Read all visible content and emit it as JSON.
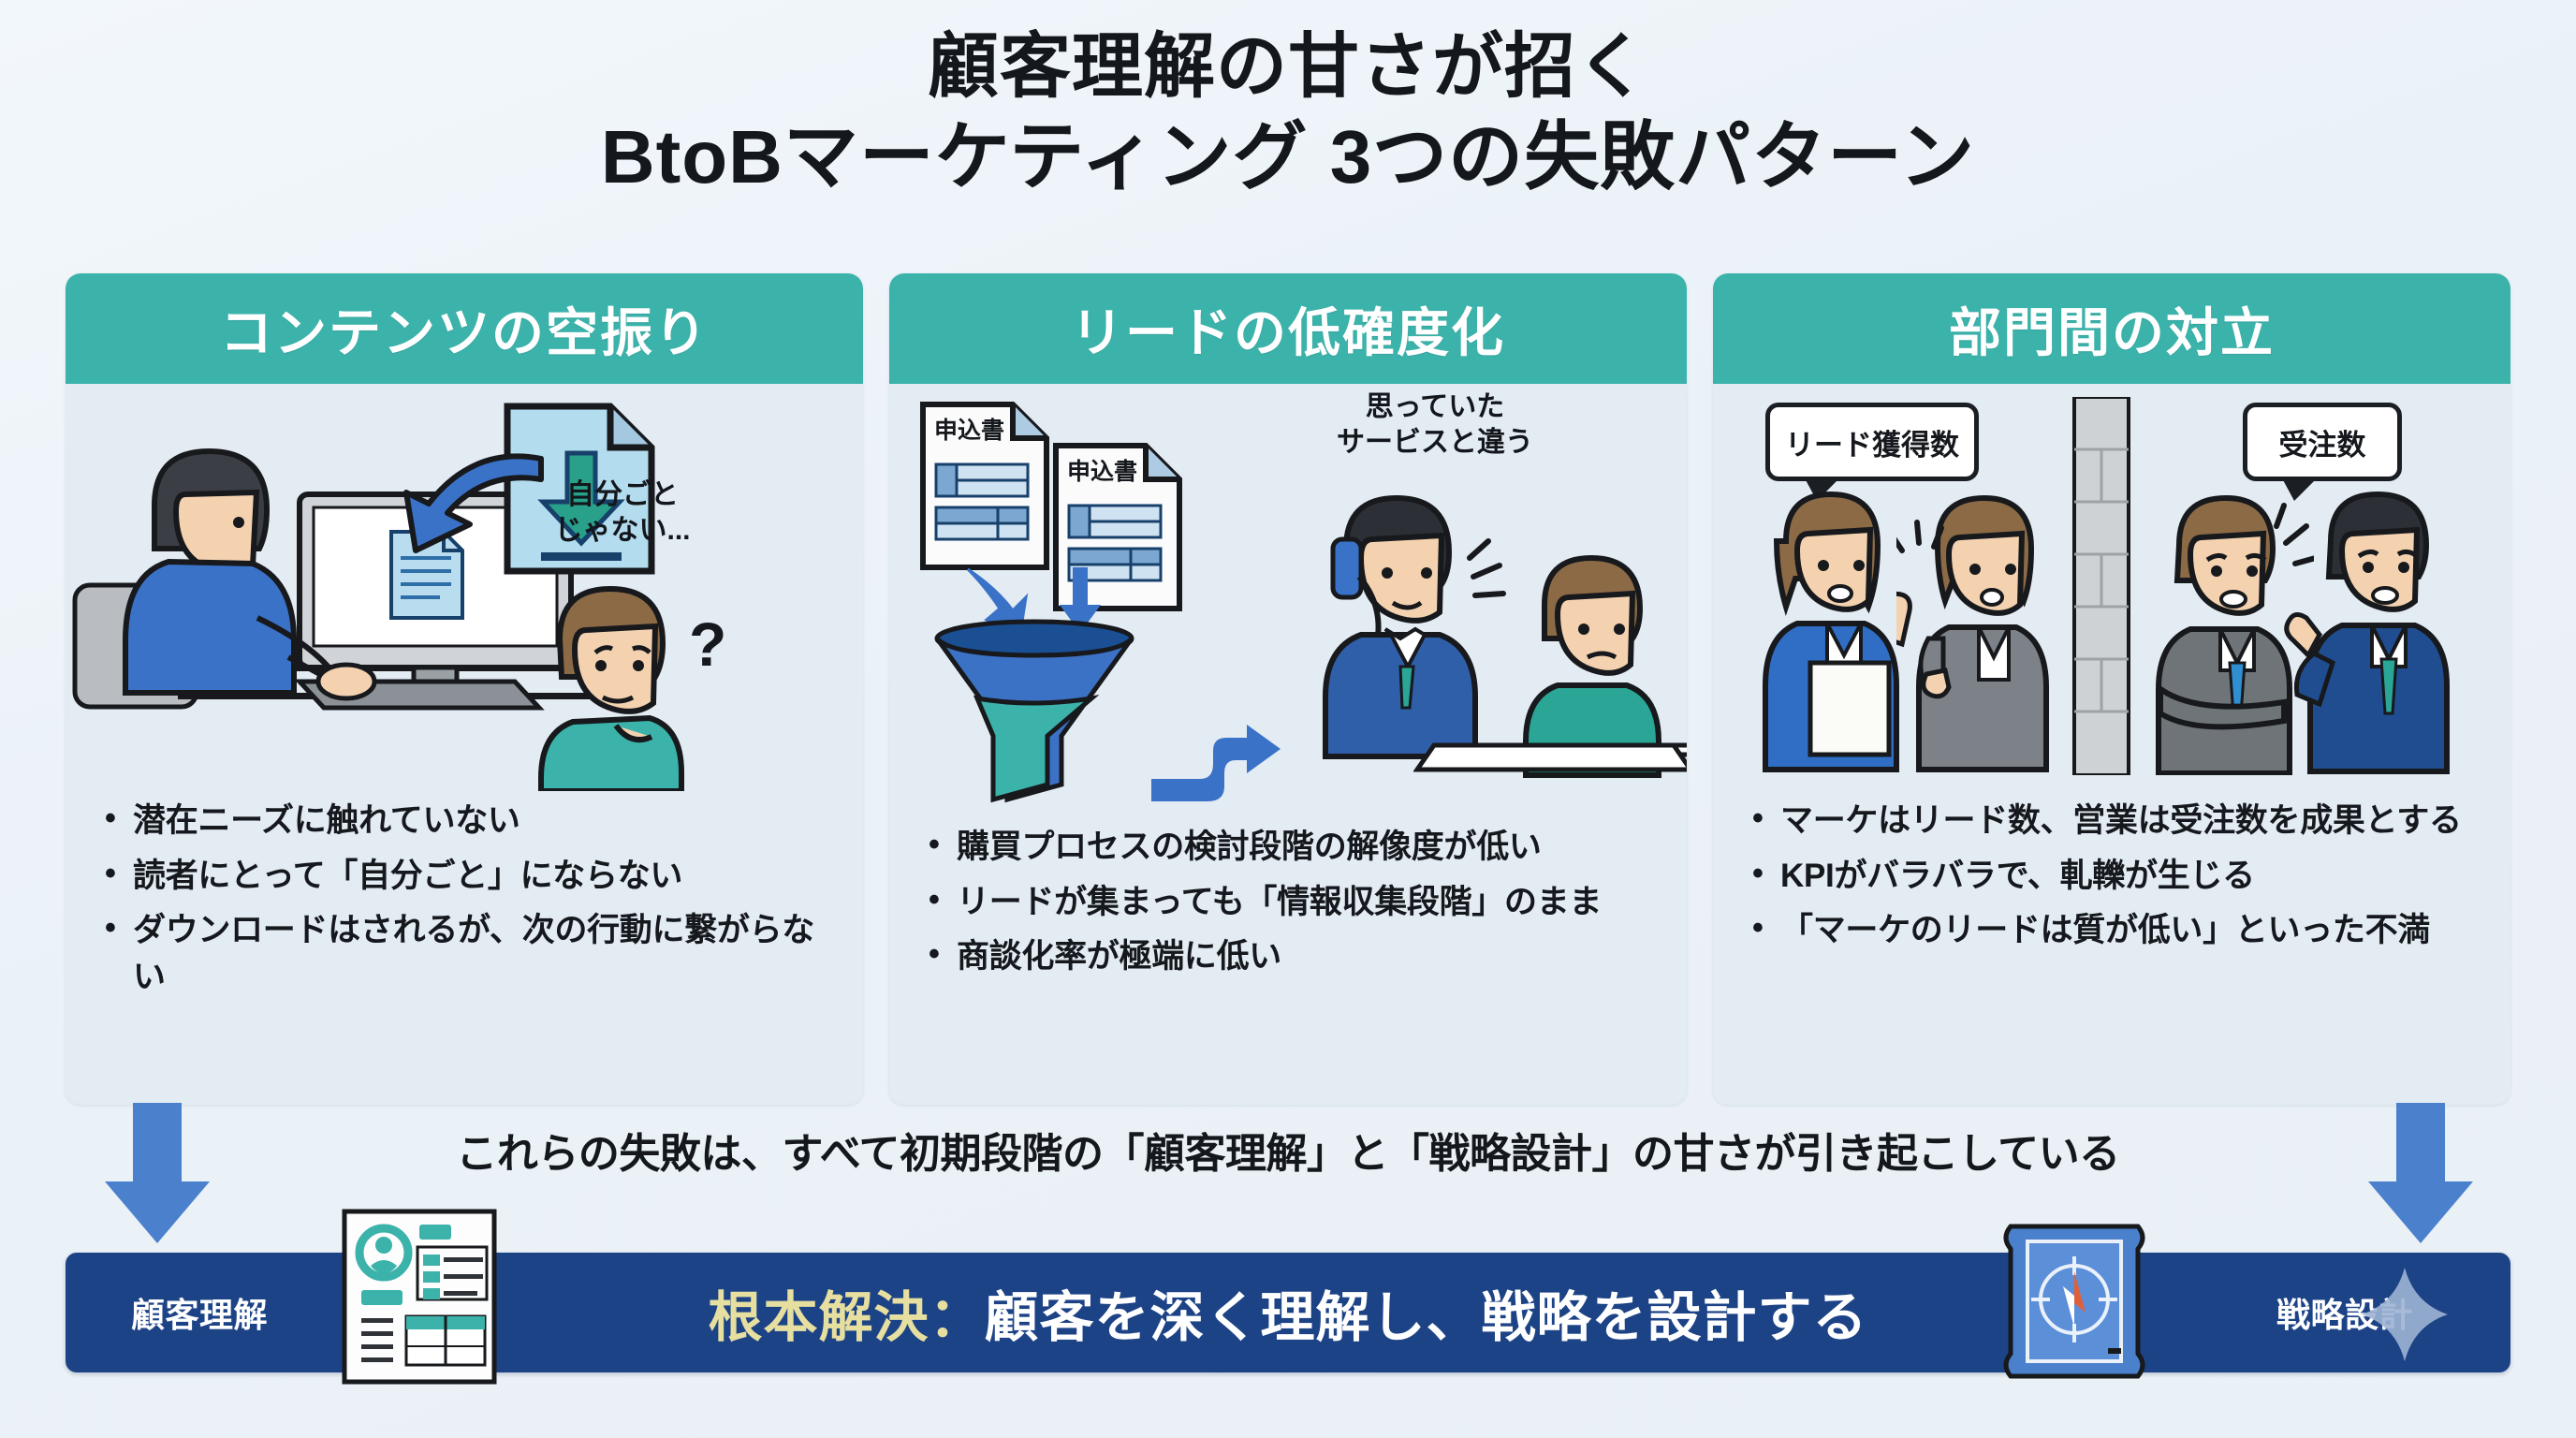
{
  "title": {
    "line1": "顧客理解の甘さが招く",
    "line2": "BtoBマーケティング 3つの失敗パターン"
  },
  "colors": {
    "header_teal": "#3bb2aa",
    "banner_navy": "#1d4387",
    "banner_gold": "#e6dfa0",
    "arrow_blue": "#4a80cc",
    "card_bg": "#e3ebf3",
    "page_bg": "#eef4f9"
  },
  "cards": [
    {
      "header": "コンテンツの空振り",
      "illustration": {
        "thought": "自分ごと\nじゃない...",
        "question_mark": "?",
        "icons": [
          "person-at-computer-icon",
          "monitor-icon",
          "download-document-icon",
          "curved-arrow-icon",
          "thinking-person-icon"
        ]
      },
      "bullets": [
        "潜在ニーズに触れていない",
        "読者にとって「自分ごと」にならない",
        "ダウンロードはされるが、次の行動に繋がらない"
      ]
    },
    {
      "header": "リードの低確度化",
      "illustration": {
        "doc_label_1": "申込書",
        "doc_label_2": "申込書",
        "thought": "思っていた\nサービスと違う",
        "icons": [
          "application-form-icon",
          "funnel-icon",
          "down-arrow-icon",
          "s-arrow-icon",
          "phone-call-person-icon",
          "unhappy-customer-icon"
        ]
      },
      "bullets": [
        "購買プロセスの検討段階の解像度が低い",
        "リードが集まっても「情報収集段階」のまま",
        "商談化率が極端に低い"
      ]
    },
    {
      "header": "部門間の対立",
      "illustration": {
        "bubble_left": "リード獲得数",
        "bubble_right": "受注数",
        "icons": [
          "marketing-team-icon",
          "brick-wall-icon",
          "sales-team-icon",
          "speech-bubble-icon",
          "anger-mark-icon"
        ]
      },
      "bullets": [
        "マーケはリード数、営業は受注数を成果とする",
        "KPIがバラバラで、軋轢が生じる",
        "「マーケのリードは質が低い」といった不満"
      ]
    }
  ],
  "summary": {
    "text": "これらの失敗は、すべて初期段階の「顧客理解」と「戦略設計」の甘さが引き起こしている",
    "arrow_left": "down-arrow-icon",
    "arrow_right": "down-arrow-icon"
  },
  "banner": {
    "left_label": "顧客理解",
    "right_label": "戦略設計",
    "main_gold": "根本解決：",
    "main_white": "顧客を深く理解し、戦略を設計する",
    "left_icon": "persona-sheet-icon",
    "right_icon": "blueprint-compass-icon",
    "sparkle_icon": "sparkle-icon"
  }
}
